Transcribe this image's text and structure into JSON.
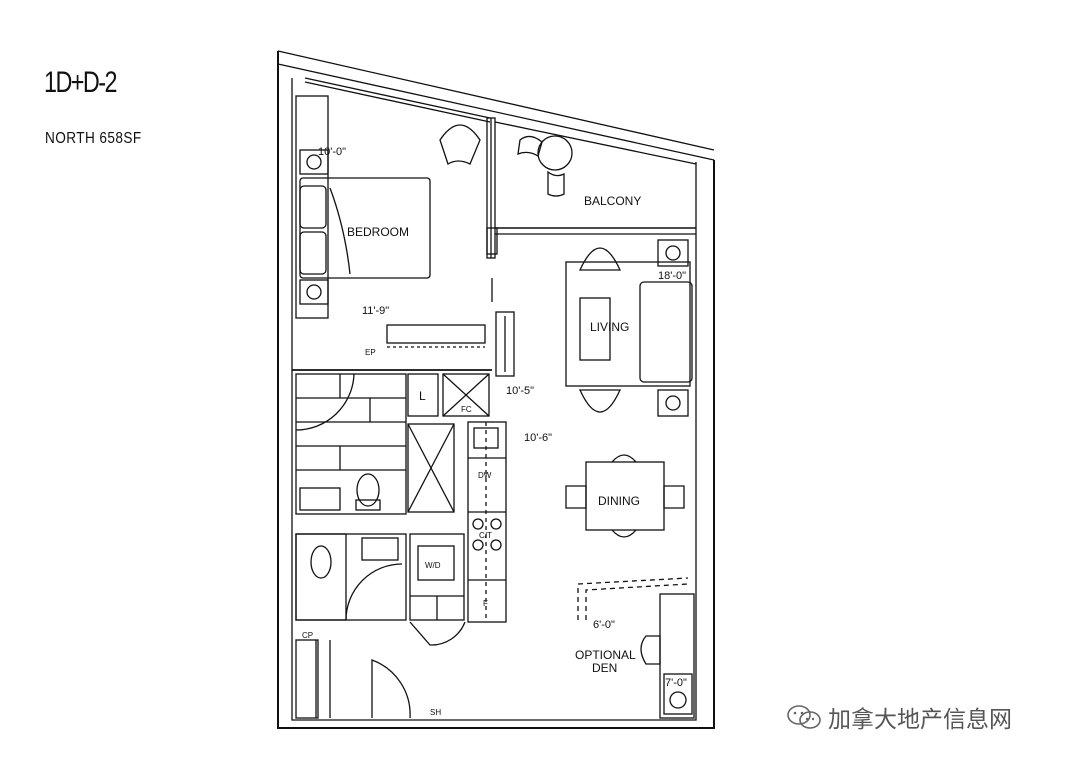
{
  "plan": {
    "unit_name": "1D+D-2",
    "orientation_size": "NORTH  658SF"
  },
  "rooms": {
    "bedroom": "BEDROOM",
    "balcony": "BALCONY",
    "living": "LIVING",
    "dining": "DINING",
    "optional_den_line1": "OPTIONAL",
    "optional_den_line2": "DEN"
  },
  "dimensions": {
    "bedroom_width": "10'-0\"",
    "bedroom_depth": "11'-9\"",
    "living_length": "18'-0\"",
    "living_width": "10'-5\"",
    "dining_width": "10'-6\"",
    "den_depth": "6'-0\"",
    "den_width": "7'-0\""
  },
  "fixtures": {
    "ep": "EP",
    "linen": "L",
    "fc": "FC",
    "dw": "DW",
    "ct": "C/T",
    "fridge": "F",
    "wd": "W/D",
    "cp": "CP",
    "sh": "SH"
  },
  "watermark": {
    "text": "加拿大地产信息网",
    "icon": "wechat-icon"
  }
}
